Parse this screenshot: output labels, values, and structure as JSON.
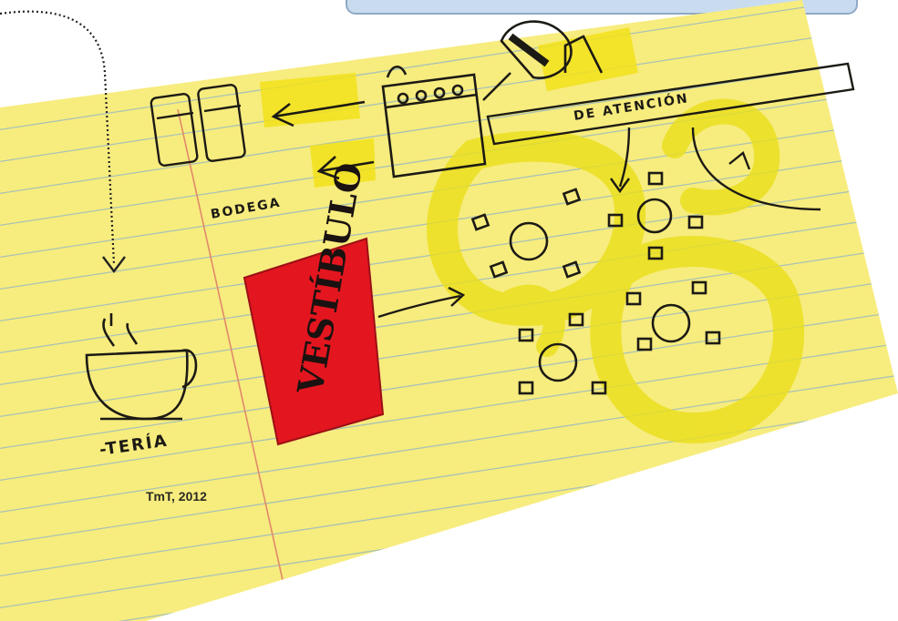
{
  "labels": {
    "attention": "DE ATENCIÓN",
    "storage": "BODEGA",
    "cafe": "-TERÍA",
    "lobby": "VESTÍBULO"
  },
  "credit": "TmT, 2012",
  "colors": {
    "paper": "#f7ec7e",
    "rule_lines": "#8fb5c7",
    "margin_line": "#e08a6a",
    "highlighter": "#f2e21a",
    "lobby_fill": "#e3161f",
    "ink": "#1c1a14",
    "card_frame": "#c9dcef"
  },
  "icons": [
    "refrigerator-icon",
    "stove-icon",
    "pan-icon",
    "coffee-cup-icon",
    "table-with-chairs-icon",
    "arrow-icon"
  ]
}
